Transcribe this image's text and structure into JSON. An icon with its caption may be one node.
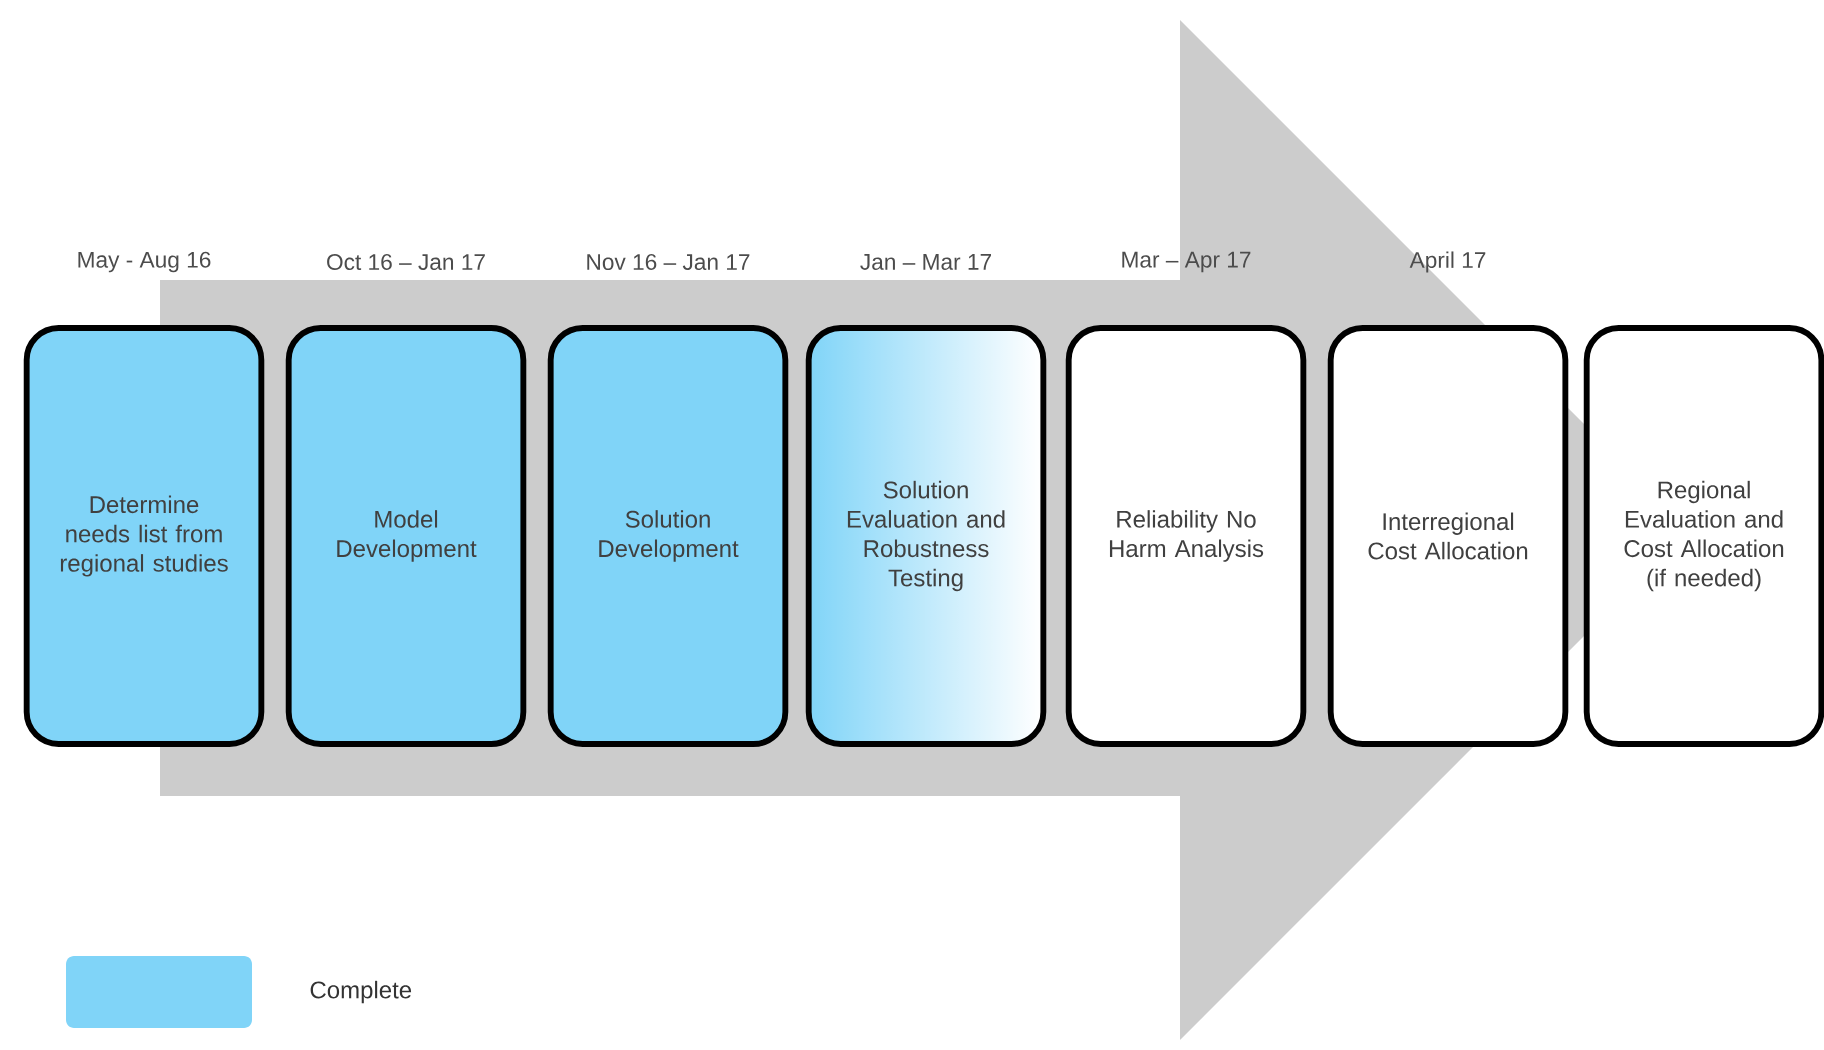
{
  "diagram": {
    "nodes": [
      {
        "text": [
          "Determine needs list from regional studies"
        ],
        "beside": [
          "May - Aug 16"
        ]
      },
      {
        "text": [
          "Model Development"
        ],
        "beside": [
          "Oct 16 – Jan 17"
        ]
      },
      {
        "text": [
          "Solution Development"
        ],
        "beside": [
          "Nov 16 – Jan 17"
        ]
      },
      {
        "text": [
          "Solution Evaluation and Robustness Testing"
        ],
        "beside": [
          "Jan – Mar 17"
        ]
      },
      {
        "text": [
          "Reliability No Harm Analysis"
        ],
        "beside": [
          "Mar – Apr 17"
        ]
      },
      {
        "text": [
          "Interregional Cost Allocation"
        ],
        "beside": [
          "April 17"
        ]
      },
      {
        "text": [
          "Regional Evaluation and Cost Allocation (if needed)"
        ]
      }
    ],
    "edges": [
      {
        "from": 0,
        "to": 6,
        "arrow": "to"
      }
    ],
    "legend": [
      {
        "text": "Complete",
        "color": "#80d4f8"
      }
    ]
  }
}
